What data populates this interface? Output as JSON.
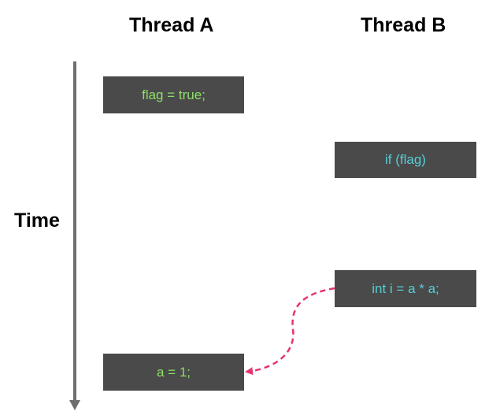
{
  "threads": {
    "a": {
      "title": "Thread A",
      "statements": [
        "flag = true;",
        "a = 1;"
      ]
    },
    "b": {
      "title": "Thread B",
      "statements": [
        "if (flag)",
        "int i = a * a;"
      ]
    }
  },
  "time_axis": {
    "label": "Time"
  },
  "colors": {
    "box_background": "#4a4a4a",
    "thread_a_text": "#8ee068",
    "thread_b_text": "#54cfd6",
    "time_arrow": "#6e6e6e",
    "dependency_arrow": "#e8326e"
  }
}
